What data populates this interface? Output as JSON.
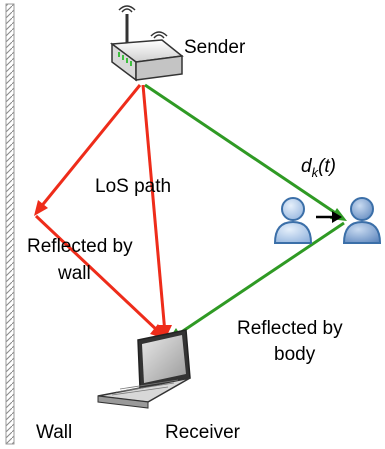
{
  "diagram": {
    "labels": {
      "sender": "Sender",
      "receiver": "Receiver",
      "wall": "Wall",
      "los_path": "LoS path",
      "reflected_wall_line1": "Reflected by",
      "reflected_wall_line2": "wall",
      "reflected_body_line1": "Reflected by",
      "reflected_body_line2": "body",
      "displacement_main": "d",
      "displacement_sub": "k",
      "displacement_arg": "(t)"
    },
    "colors": {
      "red_path": "#ee2c1a",
      "green_path": "#2f9a24",
      "person_fill": "#aec7e6",
      "person_stroke": "#3b6fa8"
    }
  }
}
